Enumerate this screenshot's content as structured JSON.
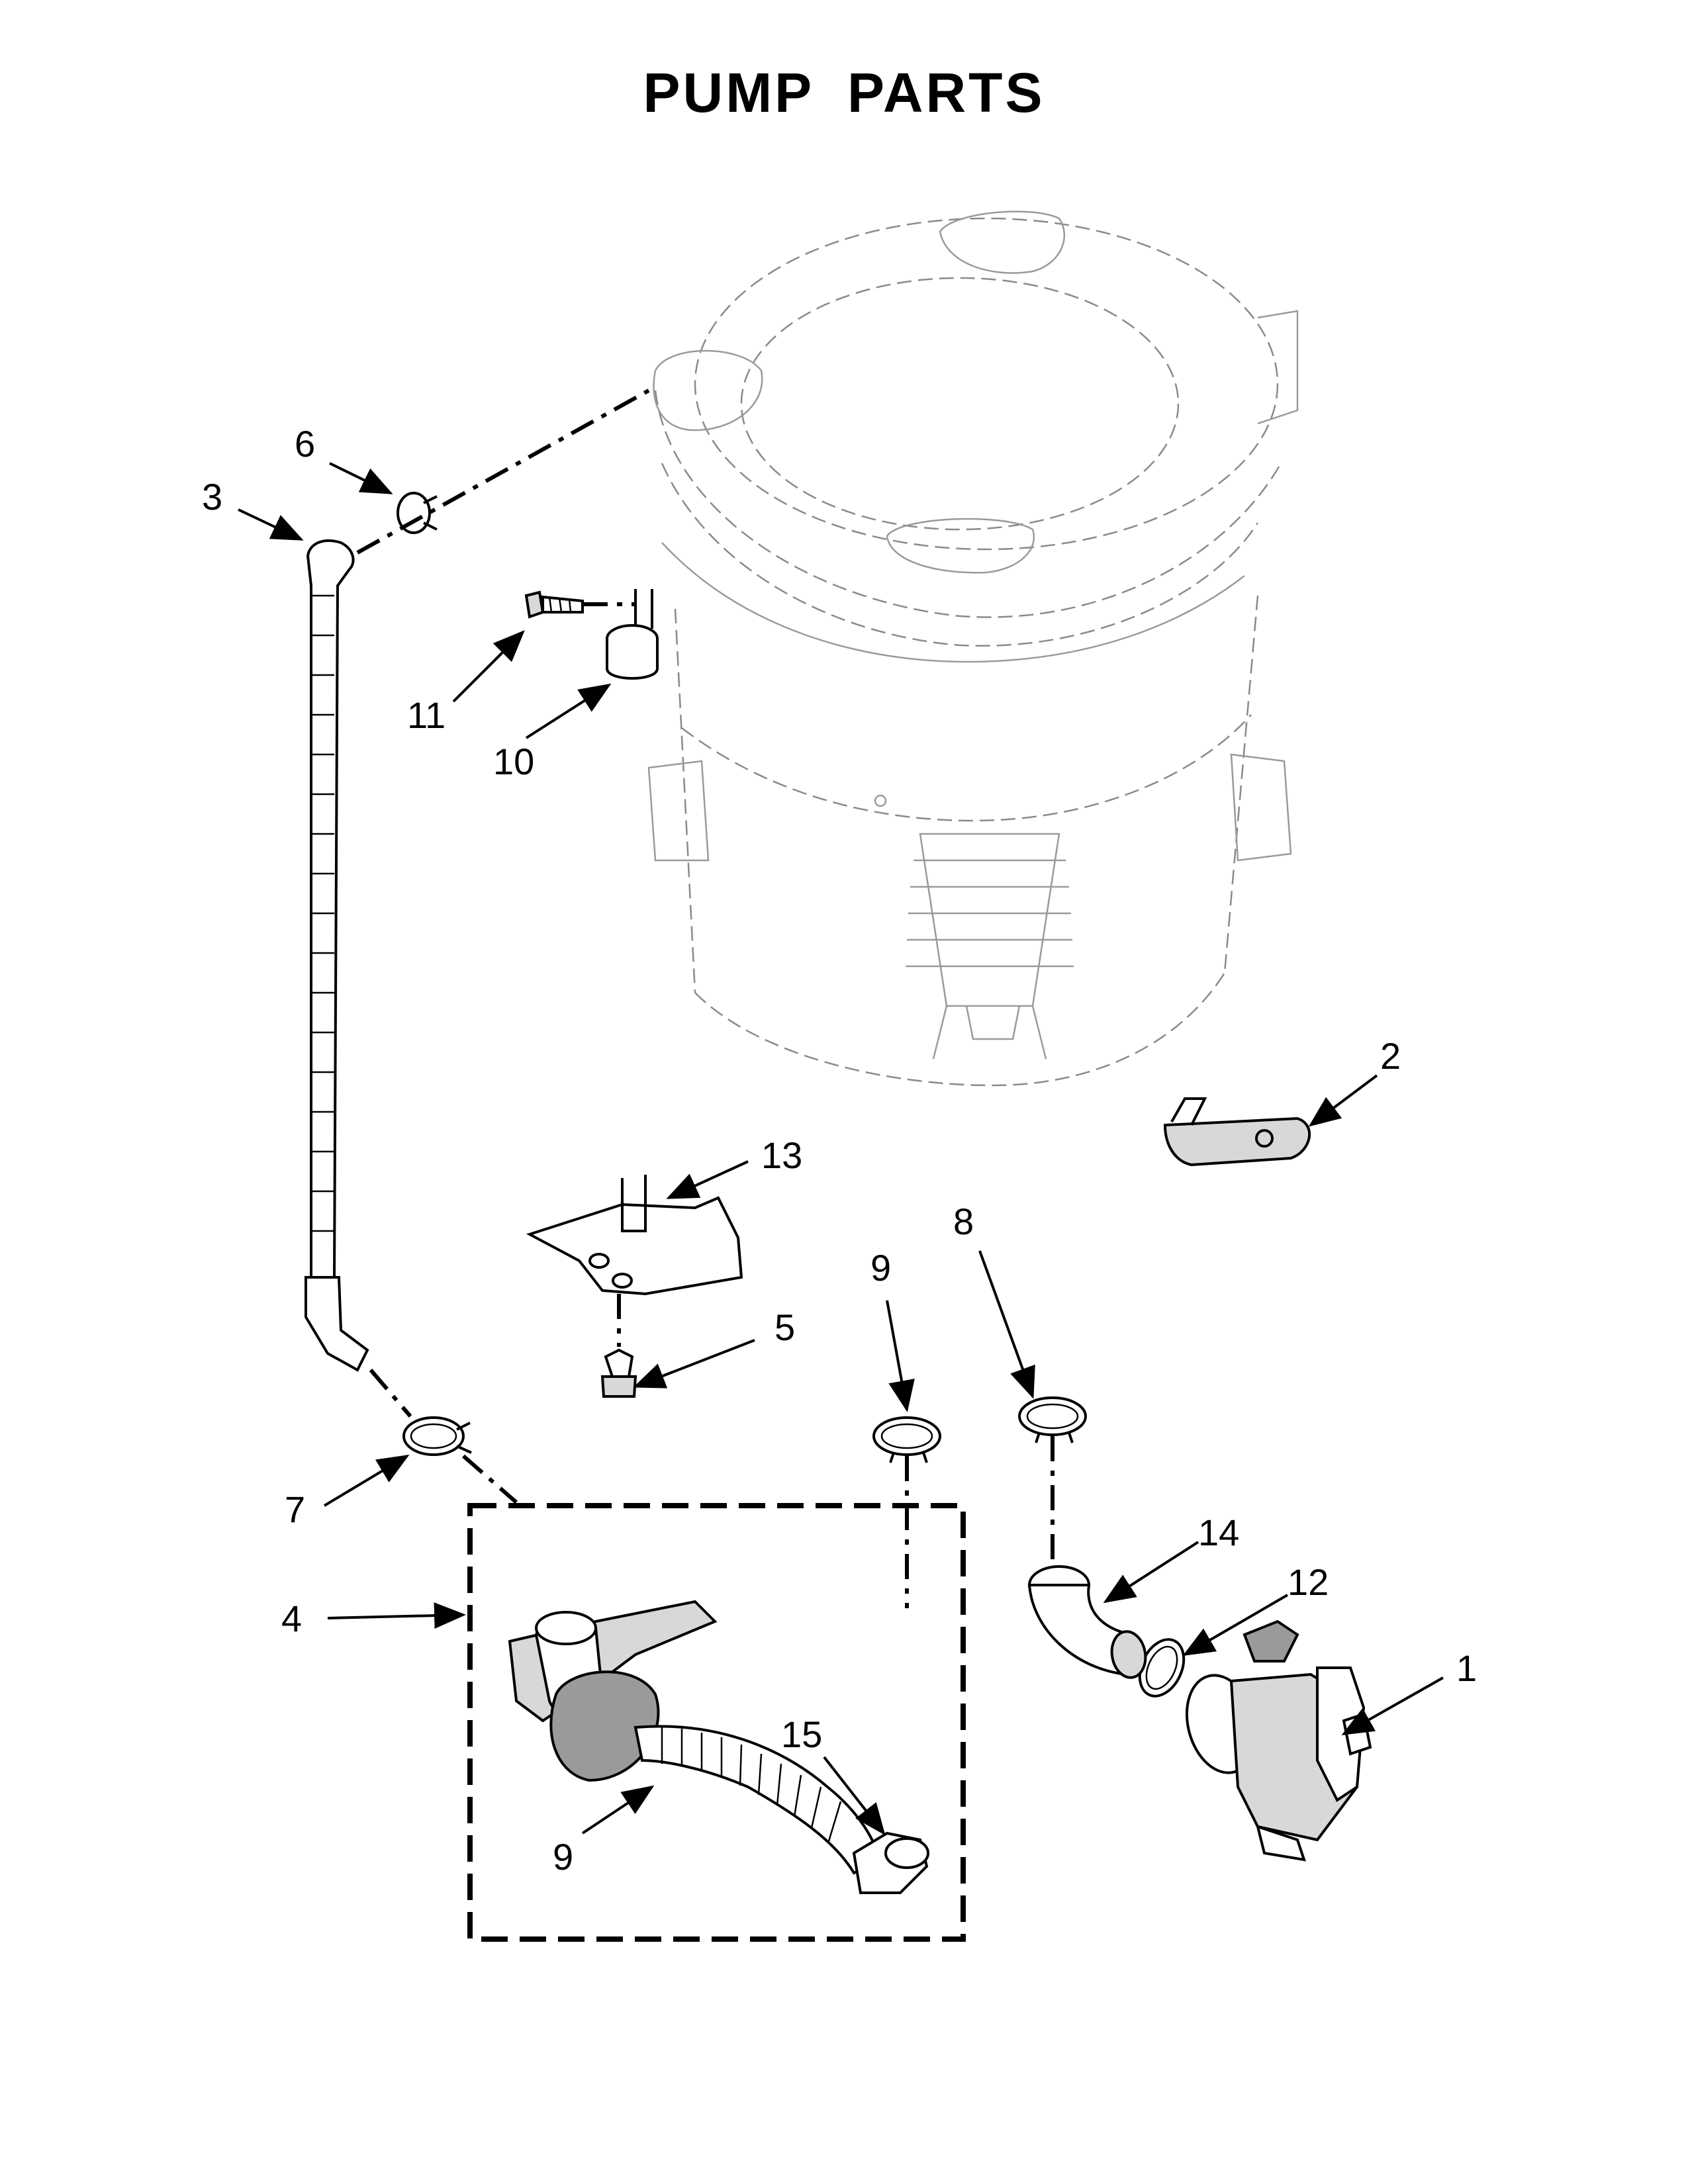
{
  "title": "PUMP PARTS",
  "callouts": [
    {
      "id": "c1",
      "label": "1"
    },
    {
      "id": "c2",
      "label": "2"
    },
    {
      "id": "c3",
      "label": "3"
    },
    {
      "id": "c4",
      "label": "4"
    },
    {
      "id": "c5",
      "label": "5"
    },
    {
      "id": "c6",
      "label": "6"
    },
    {
      "id": "c7",
      "label": "7"
    },
    {
      "id": "c8",
      "label": "8"
    },
    {
      "id": "c9a",
      "label": "9"
    },
    {
      "id": "c9b",
      "label": "9"
    },
    {
      "id": "c10",
      "label": "10"
    },
    {
      "id": "c11",
      "label": "11"
    },
    {
      "id": "c12",
      "label": "12"
    },
    {
      "id": "c13",
      "label": "13"
    },
    {
      "id": "c14",
      "label": "14"
    },
    {
      "id": "c15",
      "label": "15"
    }
  ]
}
